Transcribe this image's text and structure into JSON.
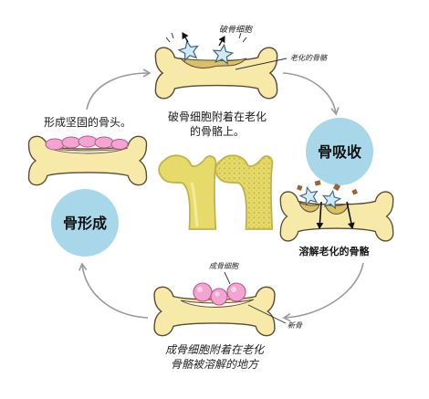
{
  "labels": {
    "osteoclast": "破骨细胞",
    "aged_bone": "老化的骨骼",
    "center_caption": [
      "破骨细胞附着在老化",
      "的骨骼上。"
    ],
    "left_caption": "形成坚固的骨头。",
    "resorption": "骨吸收",
    "formation": "骨形成",
    "dissolve_caption": "溶解老化的骨骼",
    "osteoblast": "成骨细胞",
    "new_bone": "新骨",
    "bottom_caption": [
      "成骨细胞附着在老化",
      "骨骼被溶解的地方"
    ]
  },
  "colors": {
    "bone_fill": "#f7e9a8",
    "bone_outline": "#5b4a36",
    "pit_fill": "#d9c064",
    "new_bone_fill": "#fffcec",
    "stage_circle": "#a9d7ea",
    "osteoblast_fill": "#f2a5d0",
    "osteoblast_outline": "#b8578f",
    "osteoclast_fill": "#cfe9f6",
    "osteoclast_outline": "#3f6478",
    "fragment_fill": "#9c6436",
    "femur_fill": "#e6da6b",
    "femur_outline": "#bfb44a",
    "cycle_arrow": "#9b9b9b"
  }
}
